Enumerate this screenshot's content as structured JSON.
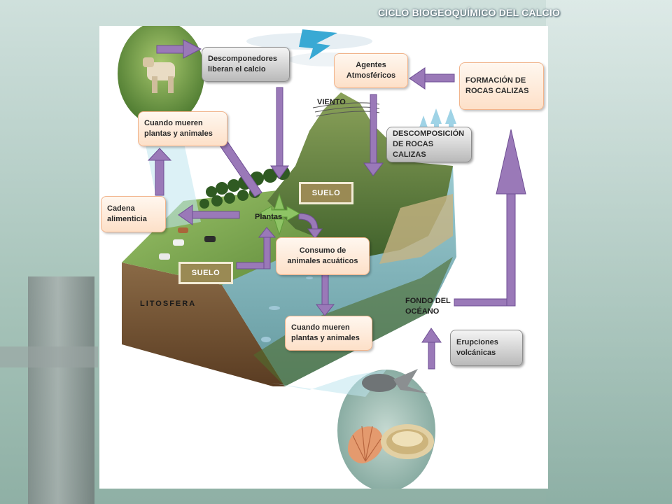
{
  "title": "CICLO BIOGEOQUÍMICO DEL CALCIO",
  "boxes": {
    "descomponedores": "Descomponedores liberan el calcio",
    "agentes": "Agentes Atmosféricos",
    "formacion": "FORMACIÓN DE ROCAS CALIZAS",
    "descomposicion": "DESCOMPOSICIÓN DE ROCAS CALIZAS",
    "cuando_mueren_top": "Cuando mueren plantas y animales",
    "cadena": "Cadena alimenticia",
    "consumo": "Consumo de animales acuáticos",
    "cuando_mueren_bottom": "Cuando mueren plantas y animales",
    "erupciones": "Erupciones volcánicas"
  },
  "labels": {
    "viento": "VIENTO",
    "plantas": "Plantas",
    "suelo_top": "SUELO",
    "suelo_left": "SUELO",
    "litosfera": "LITOSFERA",
    "fondo": "FONDO DEL OCÉANO"
  },
  "colors": {
    "arrow": "#9a79b8",
    "arrow_dark": "#6f4f94",
    "plant_arrow": "#8ec465",
    "box_border": "#f1b38a",
    "soil": "#9a8a54",
    "water": "#5fa3ad"
  }
}
